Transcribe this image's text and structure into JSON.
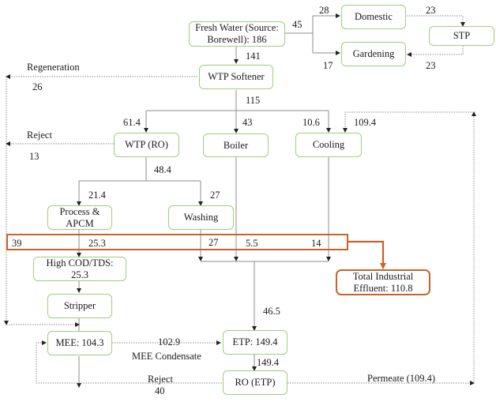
{
  "colors": {
    "node_border": "#9bd07c",
    "highlight": "#c8632a",
    "solid_line": "#8c8c8c",
    "dotted_line": "#8c8c8c",
    "text": "#1a1a1a"
  },
  "nodes": {
    "fresh_water": {
      "line1": "Fresh Water (Source:",
      "line2": "Borewell): 186"
    },
    "domestic": "Domestic",
    "gardening": "Gardening",
    "stp": "STP",
    "wtp_softener": "WTP Softener",
    "wtp_ro": "WTP (RO)",
    "boiler": "Boiler",
    "cooling": "Cooling",
    "process_apcm": {
      "line1": "Process &",
      "line2": "APCM"
    },
    "washing": "Washing",
    "high_cod_tds": {
      "line1": "High COD/TDS:",
      "line2": "25.3"
    },
    "stripper": "Stripper",
    "total_effluent": {
      "line1": "Total Industrial",
      "line2": "Effluent: 110.8"
    },
    "mee": "MEE: 104.3",
    "etp": "ETP: 149.4",
    "ro_etp": "RO (ETP)"
  },
  "flows": {
    "fresh_to_branch": "45",
    "to_domestic": "28",
    "to_gardening": "17",
    "domestic_to_stp": "23",
    "stp_to_gardening": "23",
    "fresh_to_softener": "141",
    "regeneration_label": "Regeneration",
    "regeneration_value": "26",
    "softener_out": "115",
    "to_wtp_ro": "61.4",
    "to_boiler": "43",
    "to_cooling": "10.6",
    "permeate_to_cooling": "109.4",
    "ro_reject_label": "Reject",
    "ro_reject_value": "13",
    "wtp_ro_out": "48.4",
    "to_process": "21.4",
    "to_washing": "27",
    "hl_left": "39",
    "hl_process": "25.3",
    "hl_washing": "27",
    "hl_boiler": "5.5",
    "hl_cooling": "14",
    "to_etp": "46.5",
    "mee_condensate_value": "102.9",
    "mee_condensate_label": "MEE Condensate",
    "etp_to_ro": "149.4",
    "ro_etp_reject_label": "Reject",
    "ro_etp_reject_value": "40",
    "permeate_label": "Permeate (109.4)"
  }
}
